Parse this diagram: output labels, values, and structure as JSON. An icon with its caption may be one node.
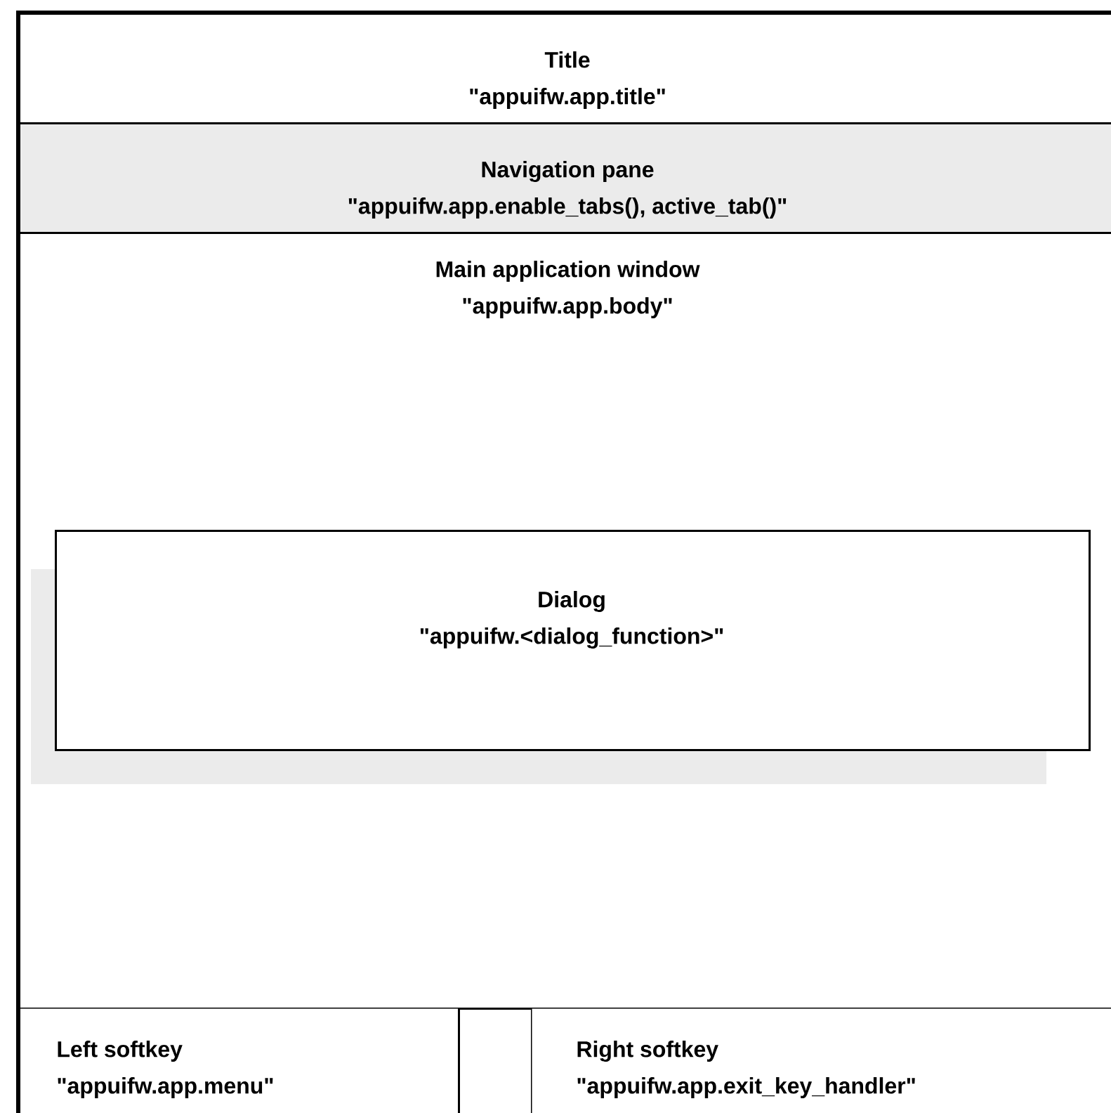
{
  "diagram": {
    "nodes": [
      {
        "text": [
          "Title",
          "\"appuifw.app.title\""
        ]
      },
      {
        "text": [
          "Navigation pane",
          "\"appuifw.app.enable_tabs(), active_tab()\""
        ]
      },
      {
        "text": [
          "Main application window",
          "\"appuifw.app.body\""
        ]
      },
      {
        "text": [
          "Dialog",
          "\"appuifw.<dialog_function>\""
        ],
        "in": 2
      },
      {
        "text": [
          "Left softkey",
          "\"appuifw.app.menu\""
        ]
      },
      {
        "text": [],
        "shape": "box"
      },
      {
        "text": [
          "Right softkey",
          "\"appuifw.app.exit_key_handler\""
        ]
      }
    ]
  }
}
